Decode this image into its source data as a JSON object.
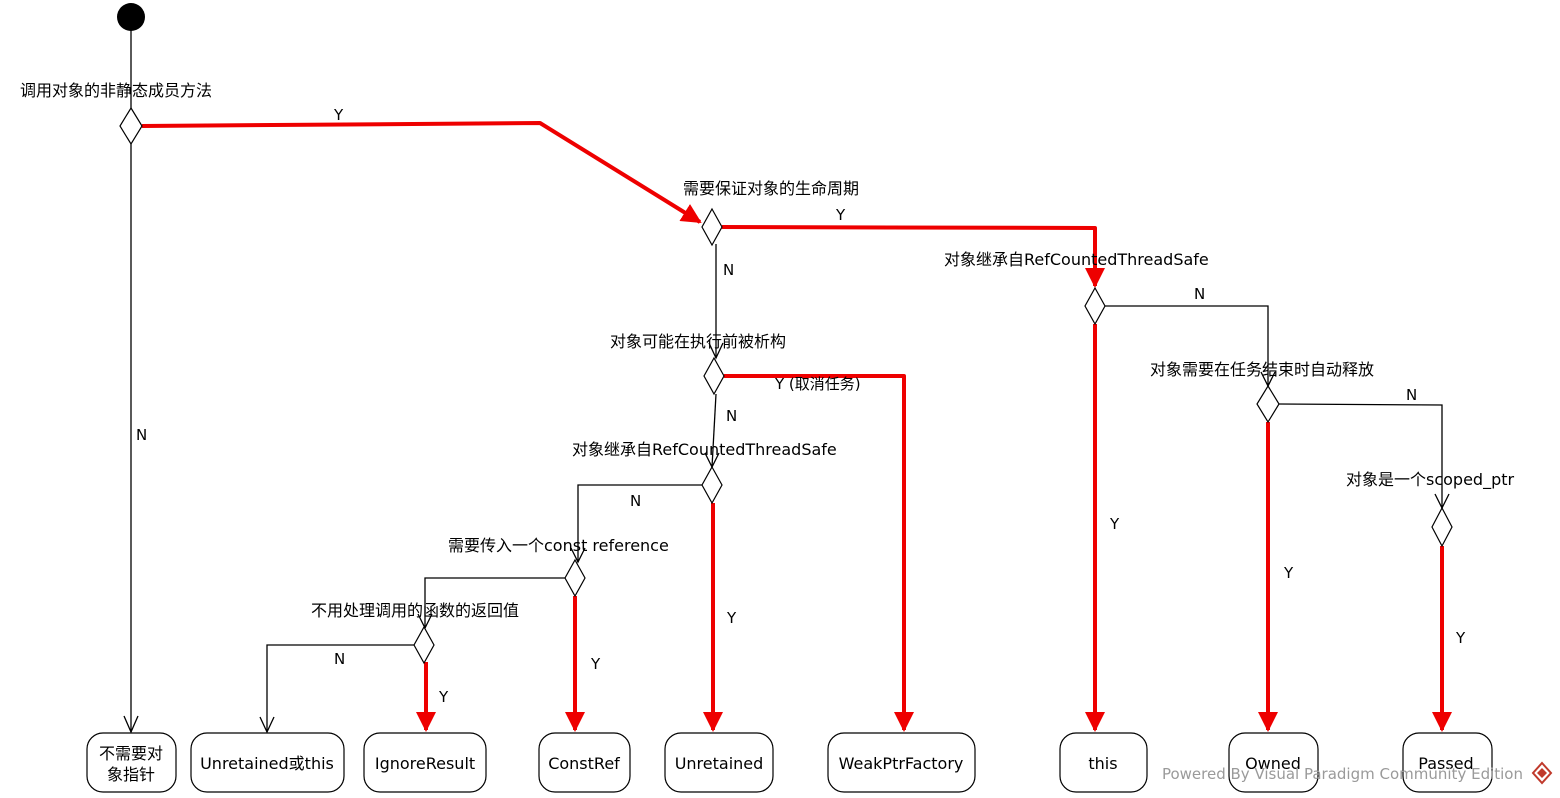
{
  "colors": {
    "highlight": "#ee0000",
    "normal": "#000000",
    "watermark": "#9a9a9a",
    "logo": "#c0392b"
  },
  "decisions": {
    "d1": "调用对象的非静态成员方法",
    "d2": "需要保证对象的生命周期",
    "d3": "对象继承自RefCountedThreadSafe",
    "d4": "对象可能在执行前被析构",
    "d5": "对象需要在任务结束时自动释放",
    "d6": "对象继承自RefCountedThreadSafe",
    "d7": "对象是一个scoped_ptr",
    "d8": "需要传入一个const reference",
    "d9": "不用处理调用的函数的返回值"
  },
  "edges": {
    "d1_y": "Y",
    "d1_n": "N",
    "d2_y": "Y",
    "d2_n": "N",
    "d3_n": "N",
    "d3_y": "Y",
    "d4_y": "Y (取消任务)",
    "d4_n": "N",
    "d5_n": "N",
    "d5_y": "Y",
    "d6_n": "N",
    "d6_y": "Y",
    "d7_y": "Y",
    "d8_y": "Y",
    "d9_n": "N",
    "d9_y": "Y"
  },
  "results": {
    "no_object_line1": "不需要对",
    "no_object_line2": "象指针",
    "unretained_or_this": "Unretained或this",
    "ignore_result": "IgnoreResult",
    "const_ref": "ConstRef",
    "unretained": "Unretained",
    "weak_ptr_factory": "WeakPtrFactory",
    "this": "this",
    "owned": "Owned",
    "passed": "Passed"
  },
  "watermark": "Powered By Visual Paradigm Community Edition"
}
